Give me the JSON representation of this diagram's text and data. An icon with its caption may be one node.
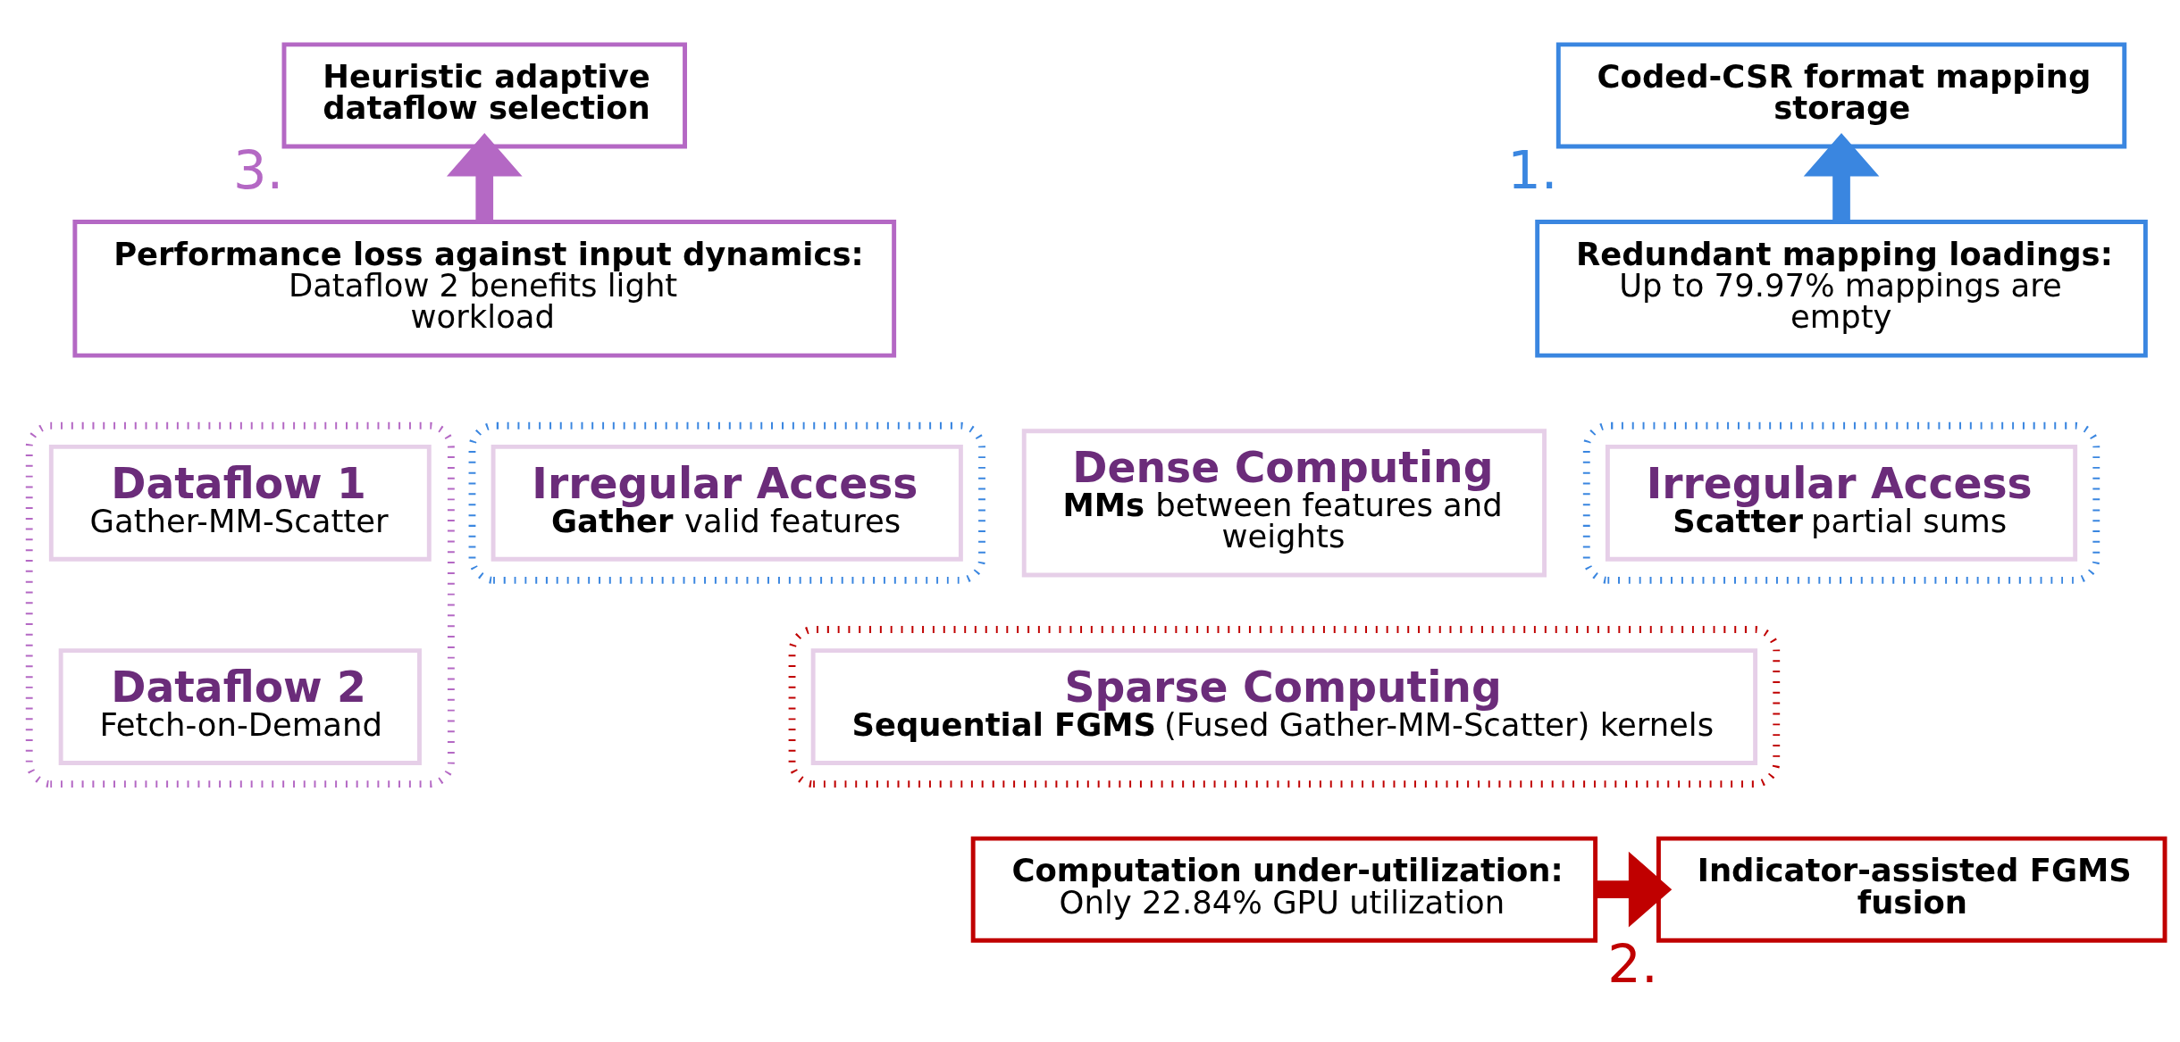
{
  "diagram": {
    "nodes": [
      {
        "text": [
          "Heuristic adaptive dataflow selection"
        ],
        "beside": [
          "3."
        ]
      },
      {
        "text": [
          "Coded-CSR format mapping storage"
        ],
        "beside": [
          "1."
        ]
      },
      {
        "text": [
          "Performance loss against input dynamics:",
          "Dataflow 2 benefits light workload"
        ]
      },
      {
        "text": [
          "Redundant mapping loadings:",
          "Up to 79.97% mappings are empty"
        ]
      },
      {
        "text": [],
        "shape": "box"
      },
      {
        "text": [
          "Dataflow 1",
          "Gather-MM-Scatter"
        ],
        "in": 4
      },
      {
        "text": [
          "Dataflow 2",
          "Fetch-on-Demand"
        ],
        "in": 4
      },
      {
        "text": [],
        "shape": "box"
      },
      {
        "text": [
          "Irregular Access",
          "**Gather** valid features"
        ],
        "in": 7
      },
      {
        "text": [
          "Dense Computing",
          "**MMs** between features and weights"
        ]
      },
      {
        "text": [],
        "shape": "box"
      },
      {
        "text": [
          "Irregular Access",
          "**Scatter** partial sums"
        ],
        "in": 10
      },
      {
        "text": [],
        "shape": "box"
      },
      {
        "text": [
          "Sparse Computing",
          "**Sequential FGMS** (Fused Gather-MM-Scatter) kernels"
        ],
        "in": 12
      },
      {
        "text": [
          "Computation under-utilization:",
          "Only 22.84% GPU utilization"
        ]
      },
      {
        "text": [
          "Indicator-assisted FGMS fusion"
        ],
        "beside": [
          "2."
        ]
      }
    ],
    "edges": [
      {
        "from": 2,
        "to": 0,
        "arrow": "to",
        "color": "#b468c4"
      },
      {
        "from": 3,
        "to": 1,
        "arrow": "to",
        "color": "#3a86e0"
      },
      {
        "from": 14,
        "to": 15,
        "arrow": "to",
        "color": "#c00000"
      }
    ]
  }
}
